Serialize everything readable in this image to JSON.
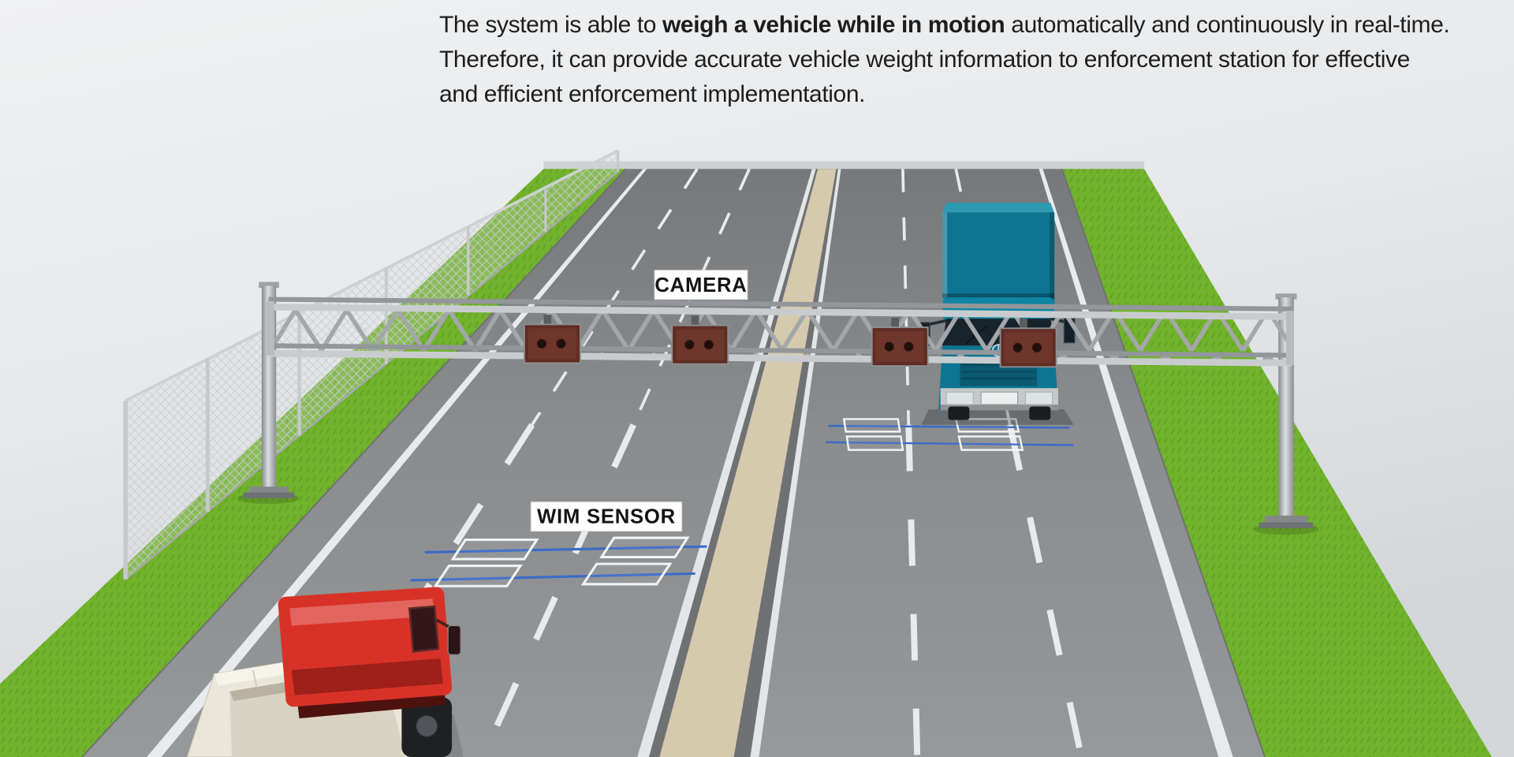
{
  "description": {
    "line1_pre": "The system is able to ",
    "line1_bold": "weigh a vehicle while in motion",
    "line1_post": " automatically and continuously in real-time.",
    "line2": "Therefore, it can provide accurate vehicle weight information to enforcement station for effective",
    "line3": "and efficient enforcement implementation."
  },
  "scene": {
    "camera_label": "CAMERA",
    "wim_sensor_label": "WIM SENSOR",
    "colors": {
      "background": "#e4e6e8",
      "grass": "#71b32c",
      "road": "#909294",
      "road_line": "#e9eaeb",
      "median": "#d5caae",
      "sensor_blue": "#3a6bc9",
      "gantry": "#b9bcbe",
      "camera_body": "#5f2d24",
      "truck_blue": "#0d7591",
      "truck_red": "#d83228",
      "label_bg": "#ffffff",
      "label_text": "#141414"
    }
  }
}
